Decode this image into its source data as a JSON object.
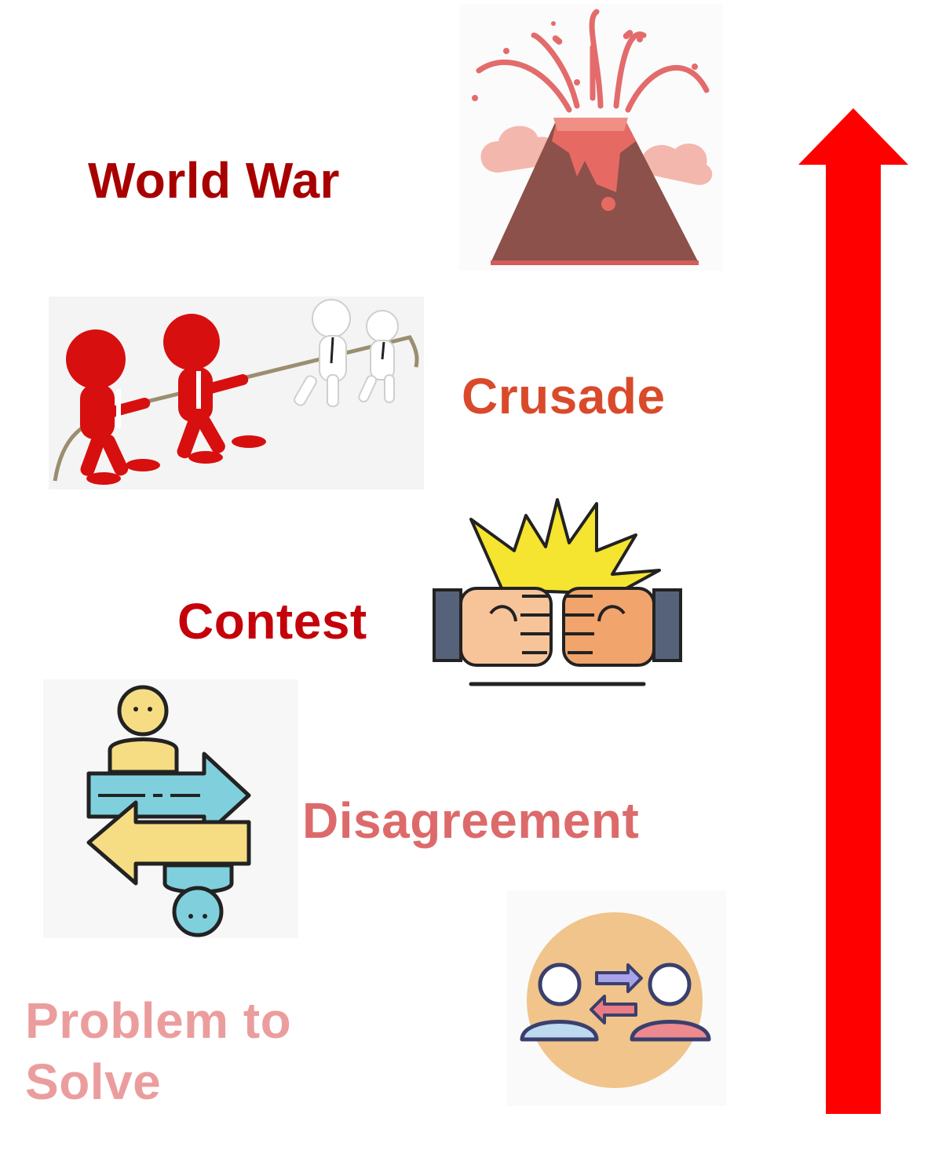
{
  "levels": [
    {
      "label": "World War",
      "color": "#a80000",
      "icon": "volcano-icon"
    },
    {
      "label": "Crusade",
      "color": "#d94a2b",
      "icon": "tug-of-war-icon"
    },
    {
      "label": "Contest",
      "color": "#c4000a",
      "icon": "fist-bump-icon"
    },
    {
      "label": "Disagreement",
      "color": "#dd6a6a",
      "icon": "opposing-arrows-people-icon"
    },
    {
      "label": "Problem to Solve",
      "line1": "Problem to",
      "line2": "Solve",
      "color": "#eb9d9d",
      "icon": "exchange-people-icon"
    }
  ],
  "arrow": {
    "direction": "up",
    "color": "#ff0000",
    "icon": "up-arrow-icon"
  }
}
